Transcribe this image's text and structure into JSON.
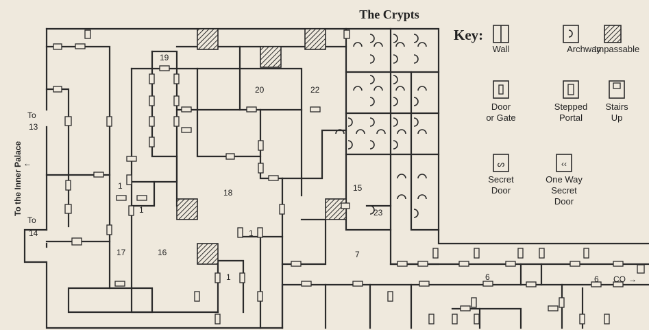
{
  "map": {
    "title": "The Crypts",
    "side_label": "To the Inner Palace",
    "arrow": "←",
    "exits": {
      "to_13": {
        "word": "To",
        "num": "13"
      },
      "to_14": {
        "word": "To",
        "num": "14"
      }
    },
    "rooms": {
      "r19": "19",
      "r20": "20",
      "r22": "22",
      "r18": "18",
      "r15": "15",
      "r23": "23",
      "r17": "17",
      "r16": "16",
      "r7": "7",
      "r1a": "1",
      "r1b": "1",
      "r1c": "1",
      "r1d": "1",
      "r6a": "6",
      "r6b": "6",
      "co": "CO"
    }
  },
  "key": {
    "heading": "Key:",
    "items": {
      "wall": "Wall",
      "archway": "Archway",
      "impassable": "Impassable",
      "door_l1": "Door",
      "door_l2": "or Gate",
      "stepped_l1": "Stepped",
      "stepped_l2": "Portal",
      "stairs_l1": "Stairs",
      "stairs_l2": "Up",
      "secret_l1": "Secret",
      "secret_l2": "Door",
      "oneway_l1": "One Way",
      "oneway_l2": "Secret",
      "oneway_l3": "Door"
    }
  }
}
